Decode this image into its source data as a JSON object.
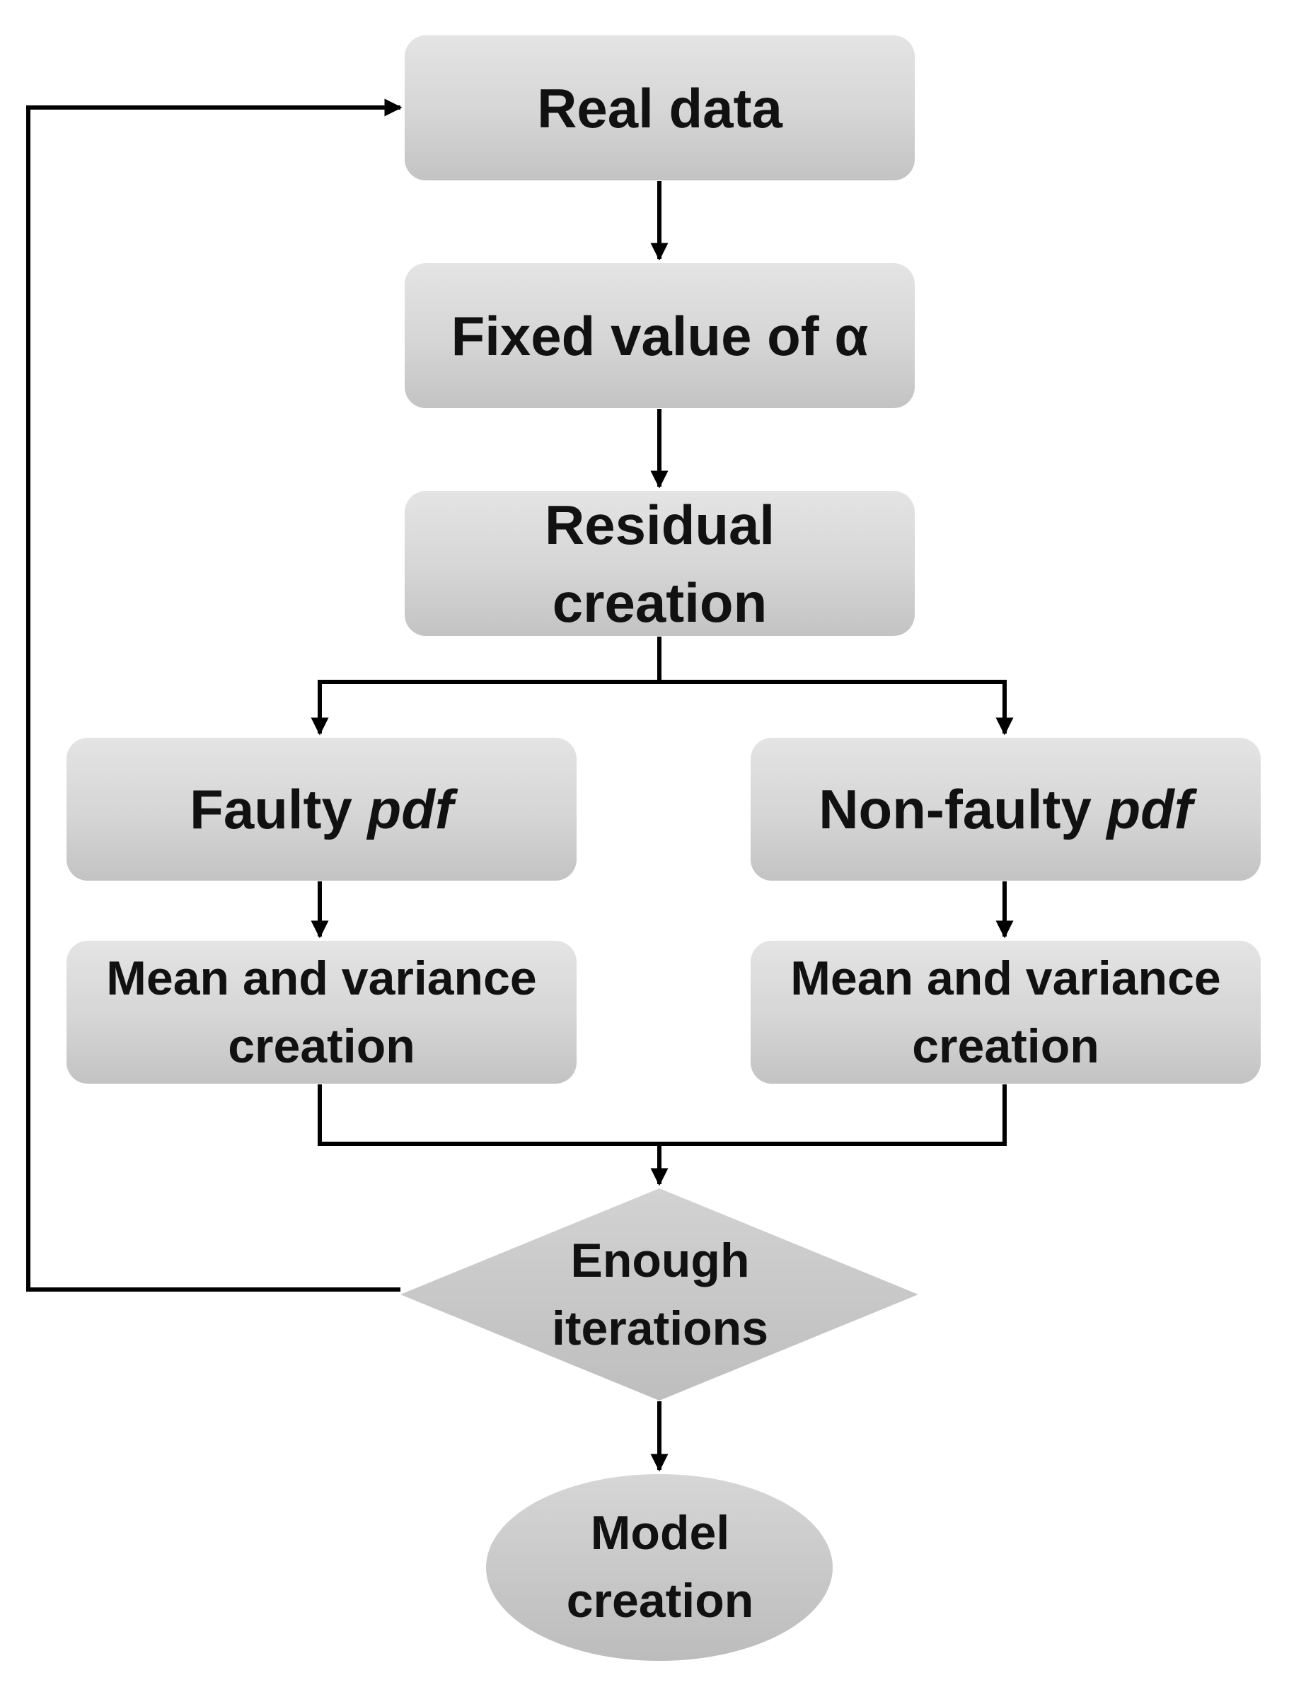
{
  "nodes": {
    "real_data": {
      "label": "Real data"
    },
    "fixed_alpha": {
      "label": "Fixed value of α"
    },
    "residual": {
      "line1": "Residual",
      "line2": "creation"
    },
    "faulty_pdf": {
      "prefix": "Faulty ",
      "pdf": "pdf"
    },
    "nonfaulty_pdf": {
      "prefix": "Non-faulty ",
      "pdf": "pdf"
    },
    "mean_var_left": {
      "line1": "Mean and variance",
      "line2": "creation"
    },
    "mean_var_right": {
      "line1": "Mean and variance",
      "line2": "creation"
    },
    "decision": {
      "line1": "Enough",
      "line2": "iterations"
    },
    "model": {
      "line1": "Model",
      "line2": "creation"
    }
  },
  "colors": {
    "box_fill": "#d5d5d5",
    "diamond_fill": "#c8c8c8",
    "ellipse_fill": "#c9c9c9",
    "line": "#000000",
    "text": "#111111"
  }
}
